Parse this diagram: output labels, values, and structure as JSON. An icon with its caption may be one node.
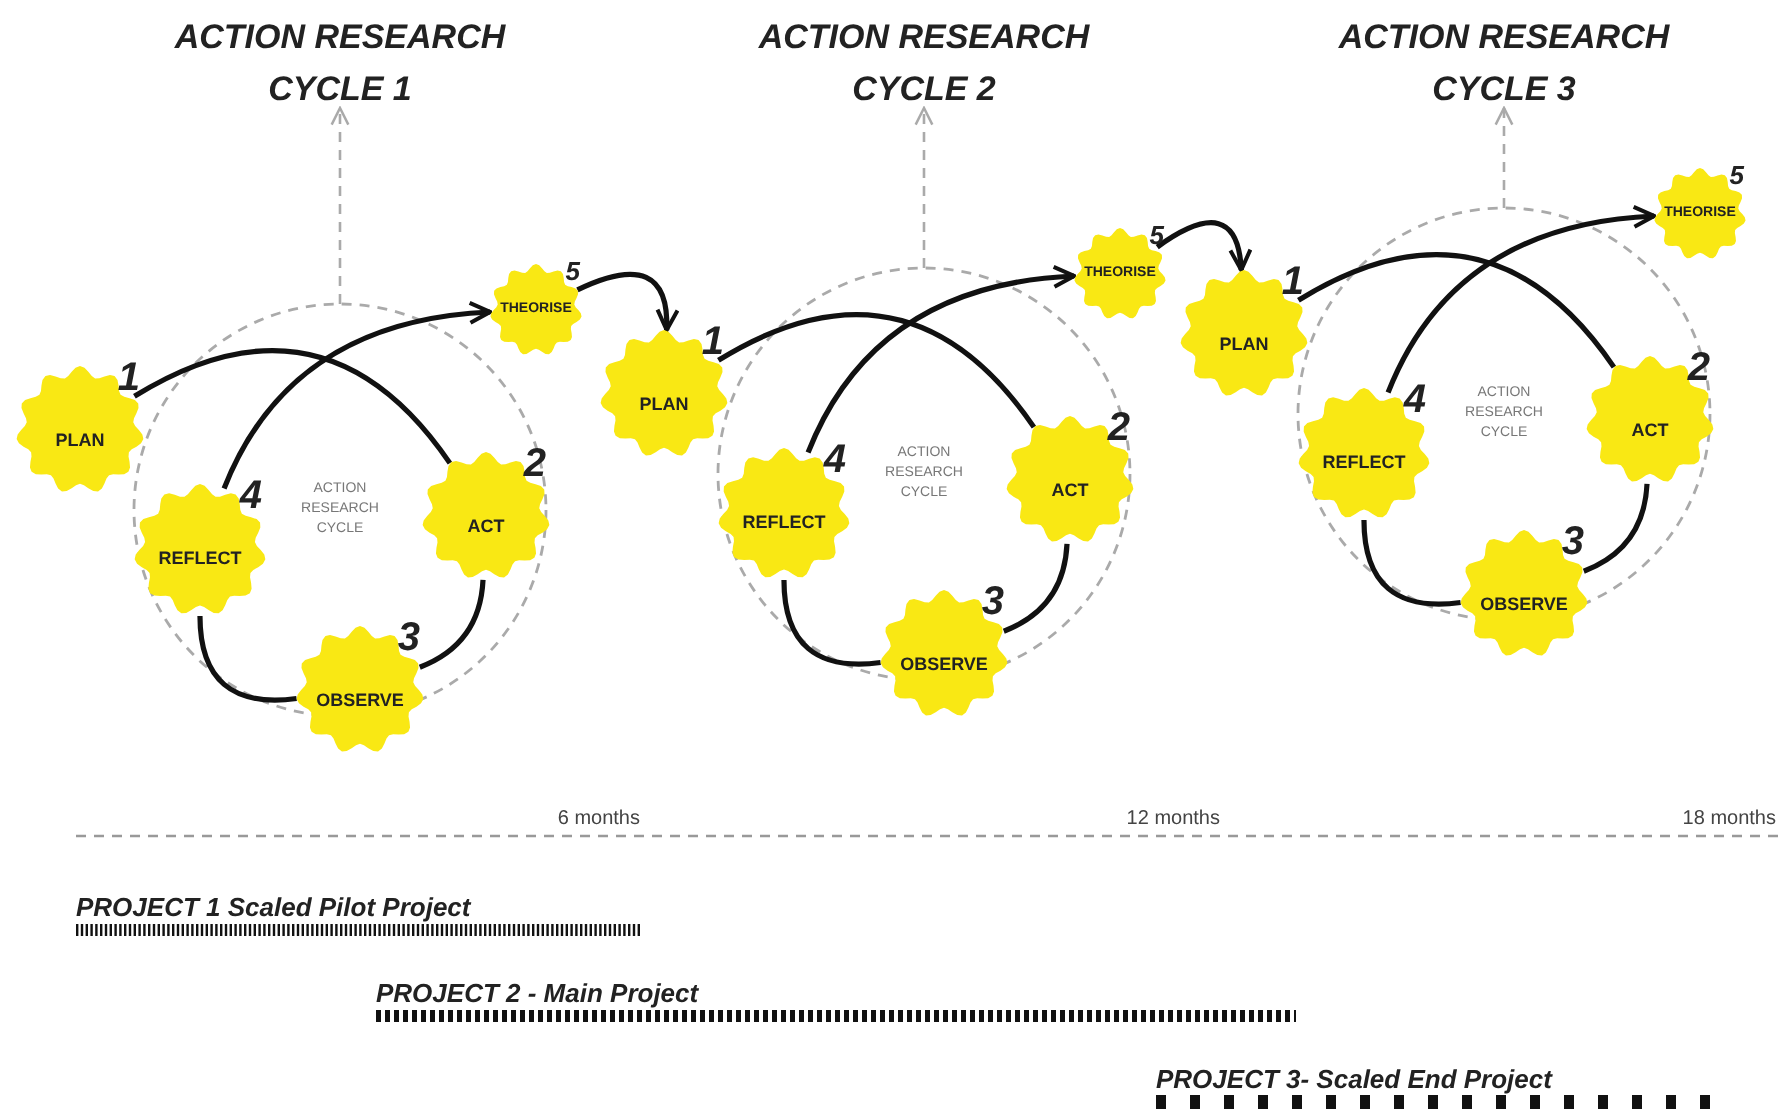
{
  "diagram": {
    "nodes": [
      {
        "text": [
          "ACTION RESEARCH CYCLE 1"
        ]
      },
      {
        "text": [
          "1",
          "PLAN"
        ]
      },
      {
        "text": [
          "2",
          "ACT"
        ]
      },
      {
        "text": [
          "3",
          "OBSERVE"
        ]
      },
      {
        "text": [
          "4",
          "REFLECT"
        ]
      },
      {
        "text": [
          "5",
          "THEORISE"
        ]
      },
      {
        "text": [
          "ACTION RESEARCH CYCLE 2"
        ]
      },
      {
        "text": [
          "1",
          "PLAN"
        ]
      },
      {
        "text": [
          "2",
          "ACT"
        ]
      },
      {
        "text": [
          "3",
          "OBSERVE"
        ]
      },
      {
        "text": [
          "4",
          "REFLECT"
        ]
      },
      {
        "text": [
          "5",
          "THEORISE"
        ]
      },
      {
        "text": [
          "ACTION RESEARCH CYCLE 3"
        ]
      },
      {
        "text": [
          "1",
          "PLAN"
        ]
      },
      {
        "text": [
          "2",
          "ACT"
        ]
      },
      {
        "text": [
          "3",
          "OBSERVE"
        ]
      },
      {
        "text": [
          "4",
          "REFLECT"
        ]
      },
      {
        "text": [
          "5",
          "THEORISE"
        ]
      }
    ],
    "edges": [
      {
        "from": 1,
        "to": 2,
        "arrow": "none"
      },
      {
        "from": 2,
        "to": 3,
        "arrow": "none"
      },
      {
        "from": 3,
        "to": 4,
        "arrow": "none"
      },
      {
        "from": 4,
        "to": 5,
        "arrow": "to"
      },
      {
        "from": null,
        "to": 0,
        "arrow": "to",
        "style": "dashed",
        "color": "#aaaaaa"
      },
      {
        "from": 7,
        "to": 8,
        "arrow": "none"
      },
      {
        "from": 8,
        "to": 9,
        "arrow": "none"
      },
      {
        "from": 9,
        "to": 10,
        "arrow": "none"
      },
      {
        "from": 10,
        "to": 11,
        "arrow": "to"
      },
      {
        "from": null,
        "to": 6,
        "arrow": "to",
        "style": "dashed",
        "color": "#aaaaaa"
      },
      {
        "from": 13,
        "to": 14,
        "arrow": "none"
      },
      {
        "from": 14,
        "to": 15,
        "arrow": "none"
      },
      {
        "from": 15,
        "to": 16,
        "arrow": "none"
      },
      {
        "from": 16,
        "to": 17,
        "arrow": "to"
      },
      {
        "from": null,
        "to": 12,
        "arrow": "to",
        "style": "dashed",
        "color": "#aaaaaa"
      },
      {
        "from": 5,
        "to": 7,
        "arrow": "to"
      },
      {
        "from": 11,
        "to": 13,
        "arrow": "to"
      }
    ],
    "labels": [
      "ACTION RESEARCH CYCLE",
      "ACTION RESEARCH CYCLE",
      "ACTION RESEARCH CYCLE",
      "6 months",
      "12 months",
      "18 months",
      "PROJECT 1 Scaled Pilot Project",
      "PROJECT 2 - Main Project",
      "PROJECT 3- Scaled End Project"
    ]
  }
}
